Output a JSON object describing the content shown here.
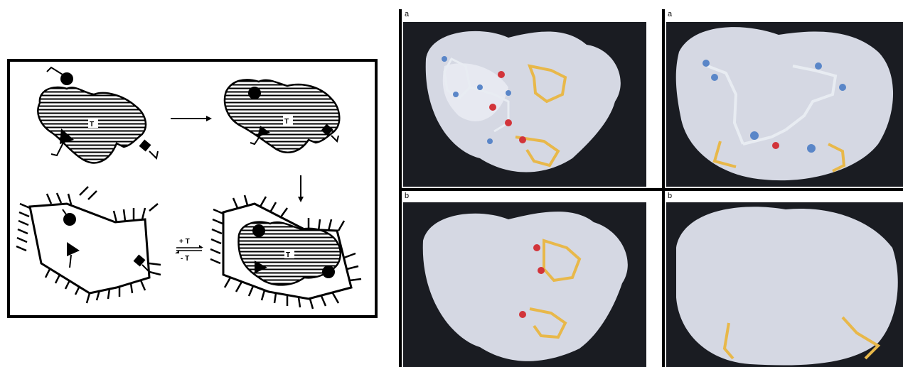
{
  "scheme": {
    "template_label": "T",
    "equilibrium_forward": "+ T",
    "equilibrium_reverse": "- T"
  },
  "photo_panels": {
    "top_left_label": "a",
    "top_right_label": "a",
    "bottom_left_label": "b",
    "bottom_right_label": "b"
  },
  "colors": {
    "panel_background": "#1a1c22",
    "surface": "#dfe3ee",
    "stick_white": "#e8ecf2",
    "atom_blue": "#5a86c8",
    "atom_red": "#d2343a",
    "atom_gold": "#e8b84a"
  }
}
